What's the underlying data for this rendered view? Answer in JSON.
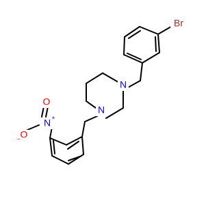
{
  "molecule": {
    "atoms": {
      "br": {
        "symbol": "Br",
        "color": "#a52a2a"
      },
      "n_piperazine_top": {
        "symbol": "N",
        "color": "#0000ff"
      },
      "n_piperazine_bottom": {
        "symbol": "N",
        "color": "#0000ff"
      },
      "n_nitro": {
        "symbol": "N",
        "color": "#0000ff",
        "charge": "+"
      },
      "o_nitro_top": {
        "symbol": "O",
        "color": "#ff0000"
      },
      "o_nitro_left": {
        "symbol": "O",
        "color": "#ff0000",
        "charge": "−"
      }
    },
    "bond_color": "#000000"
  }
}
